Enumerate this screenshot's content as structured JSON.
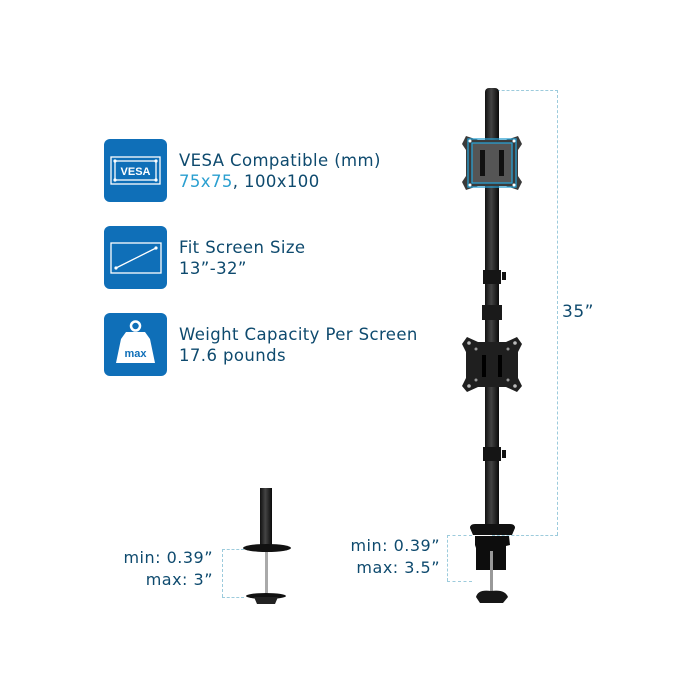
{
  "features": [
    {
      "icon": "vesa-icon",
      "icon_label": "VESA",
      "title": "VESA Compatible (mm)",
      "value_highlight": "75x75",
      "value_rest": ", 100x100"
    },
    {
      "icon": "screen-diagonal-icon",
      "title": "Fit Screen Size",
      "value": "13”-32”"
    },
    {
      "icon": "weight-icon",
      "icon_label": "max",
      "title": "Weight Capacity Per Screen",
      "value": "17.6 pounds"
    }
  ],
  "dimensions": {
    "height": "35”",
    "grommet": {
      "min": "min: 0.39”",
      "max": "max: 3”"
    },
    "clamp": {
      "min": "min: 0.39”",
      "max": "max: 3.5”"
    }
  },
  "colors": {
    "tile_blue": "#0f6fb8",
    "text_navy": "#0e4a6e",
    "highlight": "#2a9fd0",
    "dash": "#9ccbdc"
  }
}
